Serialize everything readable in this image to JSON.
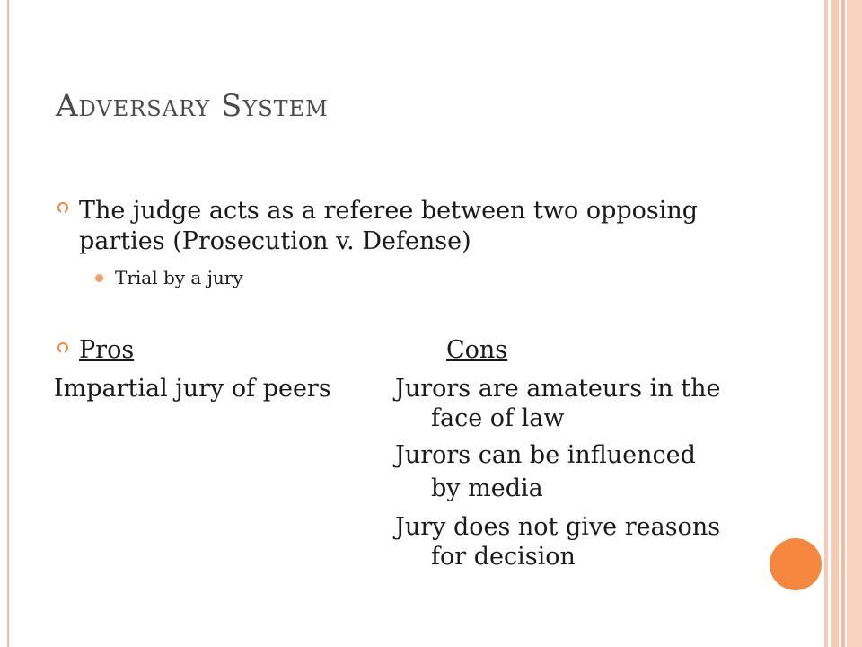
{
  "title": "Adversary System",
  "bullets": {
    "main": {
      "line1": "The judge acts as a referee between two opposing",
      "line2": "parties (Prosecution v. Defense)"
    },
    "sub": "Trial by a jury"
  },
  "pros_cons": {
    "pros_header": "Pros",
    "cons_header": "Cons",
    "pros": [
      "Impartial jury of peers"
    ],
    "cons": [
      {
        "line1": "Jurors are amateurs in the",
        "line2": "face of law"
      },
      {
        "line1": "Jurors can be influenced",
        "line2": "by media"
      },
      {
        "line1": "Jury does not give reasons",
        "line2": "for  decision"
      }
    ]
  },
  "colors": {
    "accent": "#f5873e",
    "stripe": "#f7b99f",
    "title": "#4b4b4b"
  }
}
